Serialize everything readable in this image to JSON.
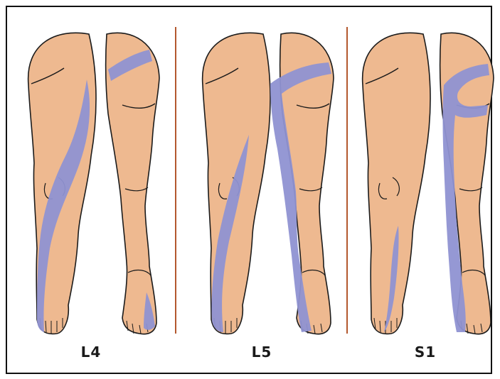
{
  "panels": [
    {
      "label": "L4"
    },
    {
      "label": "L5"
    },
    {
      "label": "S1"
    }
  ],
  "colors": {
    "skin": "#eeb990",
    "dermatome": "#8f92d2",
    "divider": "#b3582e",
    "outline": "#1b1b1b"
  }
}
